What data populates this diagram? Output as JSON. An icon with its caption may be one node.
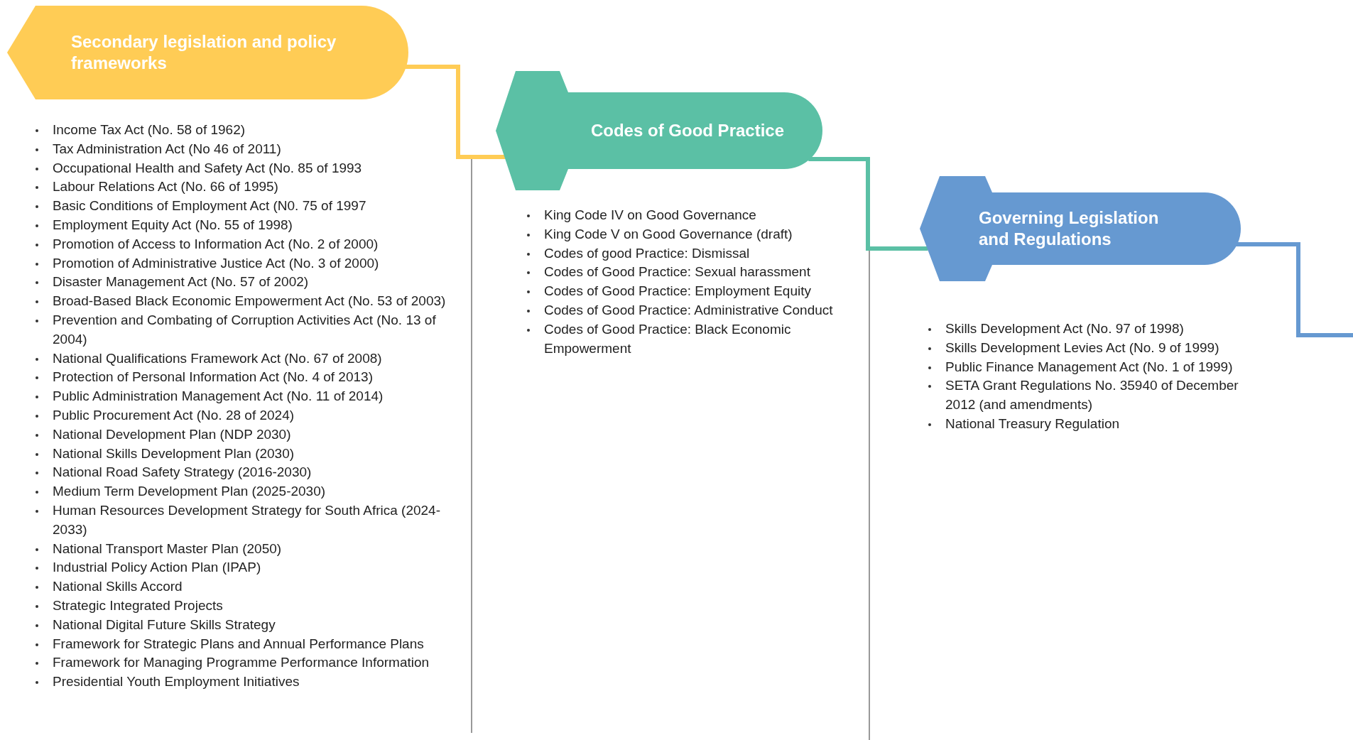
{
  "diagram": {
    "nodes": [
      {
        "text": [
          "Secondary legislation and policy frameworks"
        ],
        "beside": [
          "Income Tax Act (No. 58 of 1962)",
          "Tax Administration Act (No 46 of 2011)",
          "Occupational Health and Safety Act (No. 85 of 1993",
          "Labour Relations Act (No. 66 of 1995)",
          "Basic Conditions of Employment Act (N0. 75 of 1997",
          "Employment Equity Act (No. 55 of 1998)",
          "Promotion of Access to Information Act (No. 2 of 2000)",
          "Promotion of Administrative Justice Act (No. 3 of 2000)",
          "Disaster Management Act (No. 57 of 2002)",
          "Broad-Based Black Economic Empowerment Act (No. 53 of 2003)",
          "Prevention and Combating of Corruption Activities Act (No. 13 of 2004)",
          "National Qualifications Framework Act (No. 67 of 2008)",
          "Protection of Personal Information Act (No. 4 of 2013)",
          "Public Administration Management Act (No. 11 of 2014)",
          "Public Procurement Act (No. 28 of 2024)",
          "National Development Plan (NDP 2030)",
          "National Skills Development Plan (2030)",
          "National Road Safety Strategy (2016-2030)",
          "Medium Term Development Plan (2025-2030)",
          "Human Resources Development Strategy for South Africa (2024-2033)",
          "National Transport Master Plan (2050)",
          "Industrial Policy Action Plan (IPAP)",
          "National Skills Accord",
          "Strategic Integrated Projects",
          "National Digital Future Skills Strategy",
          "Framework for Strategic Plans and Annual Performance Plans",
          "Framework for Managing Programme Performance Information",
          "Presidential Youth Employment Initiatives"
        ]
      },
      {
        "text": [
          "Codes of Good Practice"
        ],
        "beside": [
          "King Code IV on Good Governance",
          "King Code V on Good Governance (draft)",
          "Codes of good Practice: Dismissal",
          "Codes of Good Practice: Sexual harassment",
          "Codes of Good Practice: Employment Equity",
          "Codes of Good Practice: Administrative Conduct",
          "Codes of Good Practice: Black Economic Empowerment"
        ]
      },
      {
        "text": [
          "Governing Legislation and Regulations"
        ],
        "beside": [
          "Skills Development Act (No. 97 of 1998)",
          "Skills Development Levies Act (No. 9 of 1999)",
          "Public Finance Management Act (No. 1 of 1999)",
          "SETA Grant Regulations No. 35940 of December 2012 (and amendments)",
          "National Treasury Regulation"
        ]
      }
    ],
    "edges": [
      {
        "from": 0,
        "to": 1,
        "arrow": "none",
        "color": "#ffcc55"
      },
      {
        "from": 1,
        "to": 2,
        "arrow": "none",
        "color": "#5bc0a5"
      },
      {
        "from": 2,
        "to": null,
        "arrow": "none",
        "color": "#6699d1"
      }
    ]
  }
}
